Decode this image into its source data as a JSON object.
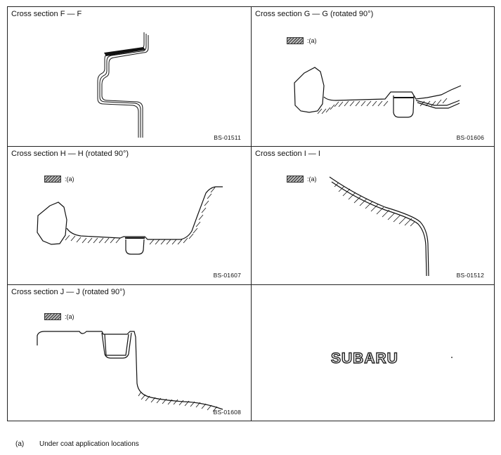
{
  "panels": {
    "f": {
      "title": "Cross section F — F",
      "code": "BS-01511"
    },
    "g": {
      "title": "Cross section G — G (rotated 90°)",
      "code": "BS-01606",
      "legend": ":(a)"
    },
    "h": {
      "title": "Cross section H — H (rotated 90°)",
      "code": "BS-01607",
      "legend": ":(a)"
    },
    "i": {
      "title": "Cross section I — I",
      "code": "BS-01512",
      "legend": ":(a)"
    },
    "j": {
      "title": "Cross section J — J (rotated 90°)",
      "code": "BS-01608",
      "legend": ":(a)"
    }
  },
  "logo": {
    "text": "SUBARU"
  },
  "footnote": {
    "key": "(a)",
    "text": "Under coat application locations"
  }
}
